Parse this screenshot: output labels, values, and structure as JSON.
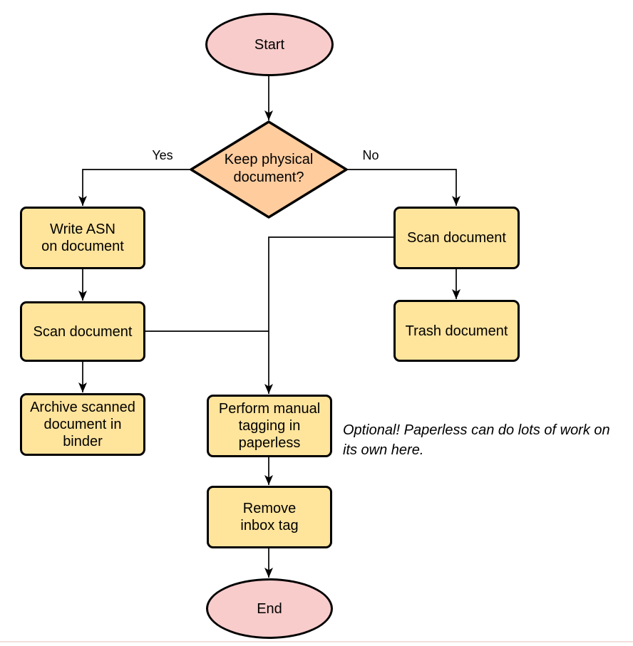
{
  "colors": {
    "terminator-fill": "#F8CCCB",
    "decision-fill": "#FFCC9E",
    "process-fill": "#FFE49C",
    "stroke": "#000000",
    "bottom-rule": "#F3DEDE"
  },
  "nodes": {
    "start": {
      "label": "Start",
      "type": "terminator"
    },
    "decision": {
      "label": "Keep physical\ndocument?",
      "type": "decision"
    },
    "write_asn": {
      "label": "Write ASN\non document",
      "type": "process"
    },
    "scan_left": {
      "label": "Scan document",
      "type": "process"
    },
    "archive": {
      "label": "Archive scanned\ndocument in\nbinder",
      "type": "process"
    },
    "scan_right": {
      "label": "Scan document",
      "type": "process"
    },
    "trash": {
      "label": "Trash document",
      "type": "process"
    },
    "tagging": {
      "label": "Perform manual\ntagging in\npaperless",
      "type": "process"
    },
    "remove_inbox": {
      "label": "Remove\ninbox tag",
      "type": "process"
    },
    "end": {
      "label": "End",
      "type": "terminator"
    }
  },
  "edges": {
    "yes_label": "Yes",
    "no_label": "No"
  },
  "annotation": {
    "text": "Optional! Paperless can do lots of work on\nits own here."
  }
}
